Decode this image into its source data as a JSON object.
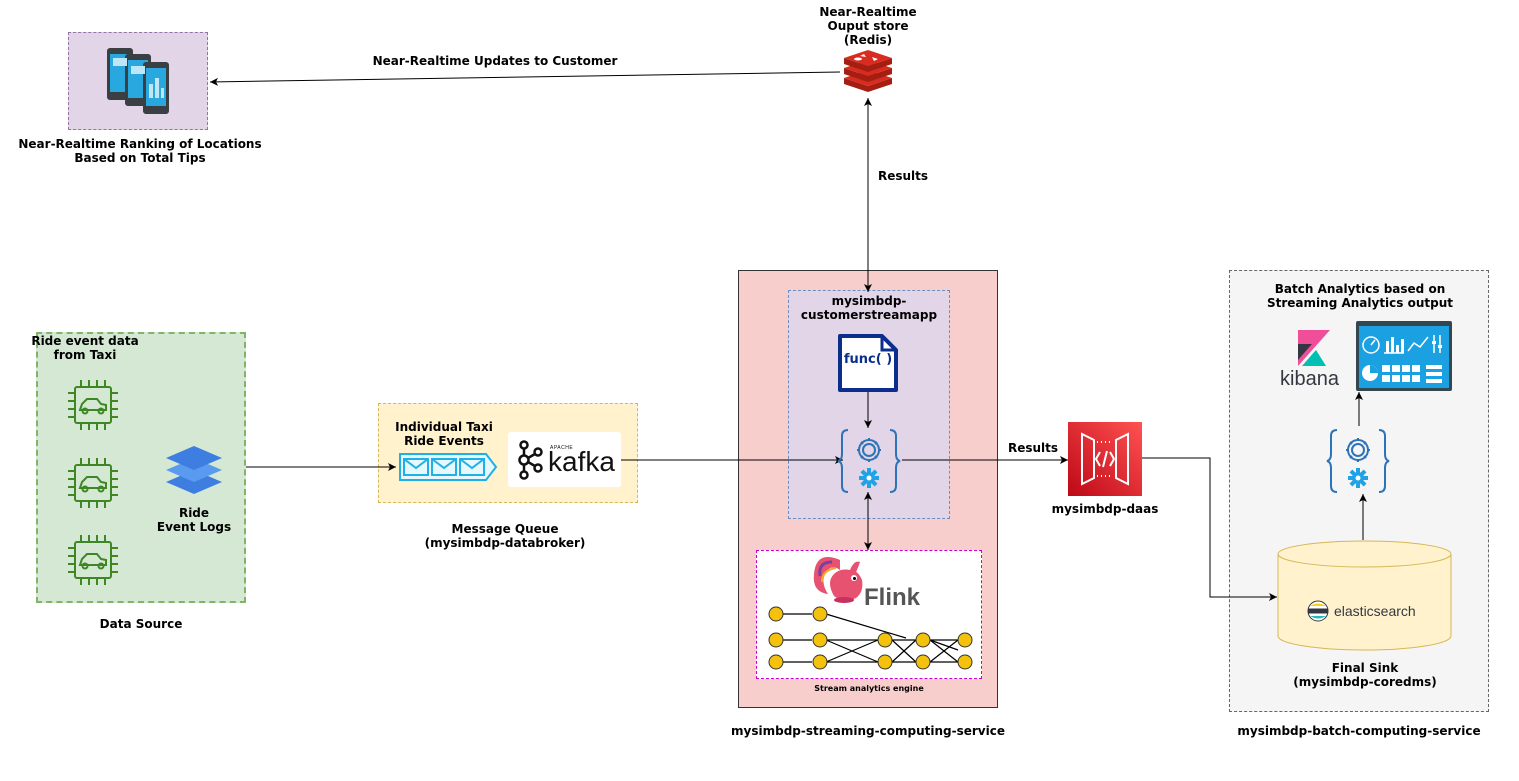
{
  "labels": {
    "redis_title": "Near-Realtime\nOuput store\n(Redis)",
    "updates_edge": "Near-Realtime Updates to Customer",
    "ranking": "Near-Realtime Ranking of Locations\nBased on Total Tips",
    "results_top": "Results",
    "results_right": "Results",
    "ride_data": "Ride event data\nfrom Taxi",
    "ride_logs": "Ride\nEvent Logs",
    "data_source": "Data Source",
    "taxi_events": "Individual Taxi\nRide Events",
    "mq": "Message Queue\n(mysimbdp-databroker)",
    "custapp": "mysimbdp-\ncustomerstreamapp",
    "func": "func( )",
    "flink": "Flink",
    "stream_engine": "Stream analytics engine",
    "streaming_service": "mysimbdp-streaming-computing-service",
    "daas": "mysimbdp-daas",
    "batch_title": "Batch Analytics based on\nStreaming Analytics output",
    "kibana": "kibana",
    "es": "elasticsearch",
    "final_sink": "Final Sink\n(mysimbdp-coredms)",
    "batch_service": "mysimbdp-batch-computing-service",
    "kafka_top": "APACHE",
    "kafka": "kafka"
  },
  "colors": {
    "phones_bg": "#e1d5e7",
    "phones_border": "#9673a6",
    "source_bg": "#d5e8d4",
    "source_border": "#82b366",
    "mq_bg": "#fff2cc",
    "mq_border": "#d6b656",
    "streaming_bg": "#f8cecc",
    "app_bg": "#e1d5e7",
    "batch_bg": "#f5f5f5",
    "chip_green": "#3f8624",
    "layers_blue": "#3d7ee0",
    "redis_red": "#d82c20",
    "daas_red": "#dd344c",
    "gear_blue": "#2e73b8",
    "func_navy": "#0b2d8c",
    "flink_node": "#f4c20d",
    "es_cyl": "#fff2cc"
  },
  "icons": {
    "phones": "mobile-devices-icon",
    "redis": "redis-icon",
    "chip": "taxi-chip-icon",
    "layers": "layers-icon",
    "queue": "message-queue-icon",
    "kafka": "kafka-logo",
    "func": "function-icon",
    "gear": "gear-braces-icon",
    "flink": "flink-squirrel-icon",
    "daas": "api-gateway-icon",
    "kibana": "kibana-logo",
    "dashboard": "dashboard-icon",
    "es": "elasticsearch-logo"
  }
}
